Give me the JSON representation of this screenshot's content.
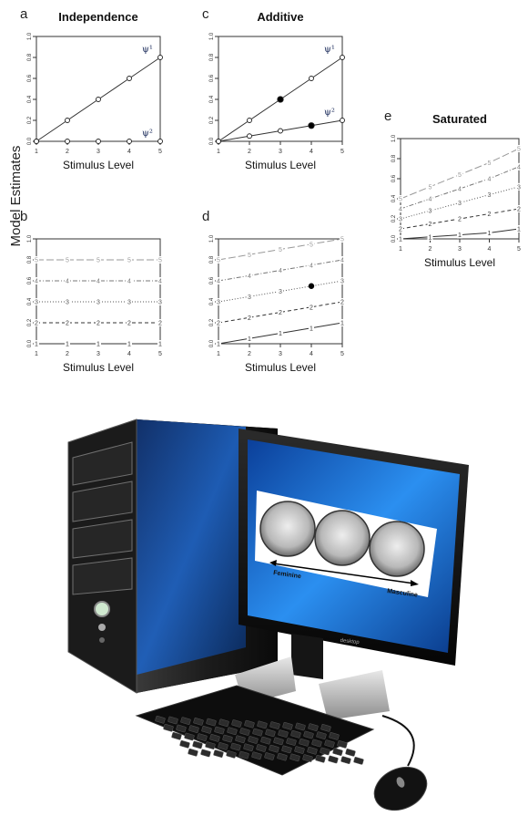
{
  "figure": {
    "y_label": "Model Estimates",
    "x_label": "Stimulus Level"
  },
  "chart_data": [
    {
      "panel": "a",
      "title": "Independence",
      "type": "line",
      "x": [
        1,
        2,
        3,
        4,
        5
      ],
      "xlim": [
        1,
        5
      ],
      "ylim": [
        0,
        1
      ],
      "yticks": [
        "0.0",
        "0.2",
        "0.4",
        "0.6",
        "0.8",
        "1.0"
      ],
      "xlabel": "Stimulus Level",
      "series": [
        {
          "name": "ψ¹",
          "values": [
            0,
            0.2,
            0.4,
            0.6,
            0.8
          ],
          "style": "solid",
          "marker": "open-circle",
          "color": "#333333"
        },
        {
          "name": "ψ²",
          "values": [
            0,
            0,
            0,
            0,
            0
          ],
          "style": "solid",
          "marker": "open-circle",
          "color": "#333333"
        }
      ]
    },
    {
      "panel": "b",
      "title": "",
      "type": "line",
      "x": [
        1,
        2,
        3,
        4,
        5
      ],
      "xlim": [
        1,
        5
      ],
      "ylim": [
        0,
        1
      ],
      "yticks": [
        "0.0",
        "0.2",
        "0.4",
        "0.6",
        "0.8",
        "1.0"
      ],
      "xlabel": "Stimulus Level",
      "series": [
        {
          "name": "1",
          "values": [
            0,
            0,
            0,
            0,
            0
          ],
          "style": "solid",
          "marker": "1",
          "color": "#333333"
        },
        {
          "name": "2",
          "values": [
            0.2,
            0.2,
            0.2,
            0.2,
            0.2
          ],
          "style": "dashed",
          "marker": "2",
          "color": "#333333"
        },
        {
          "name": "3",
          "values": [
            0.4,
            0.4,
            0.4,
            0.4,
            0.4
          ],
          "style": "dotted",
          "marker": "3",
          "color": "#555555"
        },
        {
          "name": "4",
          "values": [
            0.6,
            0.6,
            0.6,
            0.6,
            0.6
          ],
          "style": "dotdash",
          "marker": "4",
          "color": "#777777"
        },
        {
          "name": "5",
          "values": [
            0.8,
            0.8,
            0.8,
            0.8,
            0.8
          ],
          "style": "longdash",
          "marker": "5",
          "color": "#999999"
        }
      ]
    },
    {
      "panel": "c",
      "title": "Additive",
      "type": "line",
      "x": [
        1,
        2,
        3,
        4,
        5
      ],
      "xlim": [
        1,
        5
      ],
      "ylim": [
        0,
        1
      ],
      "yticks": [
        "0.0",
        "0.2",
        "0.4",
        "0.6",
        "0.8",
        "1.0"
      ],
      "xlabel": "Stimulus Level",
      "series": [
        {
          "name": "ψ¹",
          "values": [
            0,
            0.2,
            0.4,
            0.6,
            0.8
          ],
          "style": "solid",
          "marker": "open-circle",
          "color": "#333333",
          "filled_at": [
            3
          ]
        },
        {
          "name": "ψ²",
          "values": [
            0,
            0.05,
            0.1,
            0.15,
            0.2
          ],
          "style": "solid",
          "marker": "open-circle",
          "color": "#333333",
          "filled_at": [
            4
          ]
        }
      ]
    },
    {
      "panel": "d",
      "title": "",
      "type": "line",
      "x": [
        1,
        2,
        3,
        4,
        5
      ],
      "xlim": [
        1,
        5
      ],
      "ylim": [
        0,
        1
      ],
      "yticks": [
        "0.0",
        "0.2",
        "0.4",
        "0.6",
        "0.8",
        "1.0"
      ],
      "xlabel": "Stimulus Level",
      "highlight": {
        "x": 4,
        "y": 0.55
      },
      "series": [
        {
          "name": "1",
          "values": [
            0,
            0.05,
            0.1,
            0.15,
            0.2
          ],
          "style": "solid",
          "marker": "1",
          "color": "#333333"
        },
        {
          "name": "2",
          "values": [
            0.2,
            0.25,
            0.3,
            0.35,
            0.4
          ],
          "style": "dashed",
          "marker": "2",
          "color": "#333333"
        },
        {
          "name": "3",
          "values": [
            0.4,
            0.45,
            0.5,
            0.55,
            0.6
          ],
          "style": "dotted",
          "marker": "3",
          "color": "#555555"
        },
        {
          "name": "4",
          "values": [
            0.6,
            0.65,
            0.7,
            0.75,
            0.8
          ],
          "style": "dotdash",
          "marker": "4",
          "color": "#777777"
        },
        {
          "name": "5",
          "values": [
            0.8,
            0.85,
            0.9,
            0.95,
            1.0
          ],
          "style": "longdash",
          "marker": "5",
          "color": "#999999"
        }
      ]
    },
    {
      "panel": "e",
      "title": "Saturated",
      "type": "line",
      "x": [
        1,
        2,
        3,
        4,
        5
      ],
      "xlim": [
        1,
        5
      ],
      "ylim": [
        0,
        1
      ],
      "yticks": [
        "0.0",
        "0.2",
        "0.4",
        "0.6",
        "0.8",
        "1.0"
      ],
      "xlabel": "Stimulus Level",
      "series": [
        {
          "name": "1",
          "values": [
            0,
            0.02,
            0.04,
            0.06,
            0.1
          ],
          "style": "solid",
          "marker": "1",
          "color": "#333333"
        },
        {
          "name": "2",
          "values": [
            0.1,
            0.15,
            0.2,
            0.25,
            0.3
          ],
          "style": "dashed",
          "marker": "2",
          "color": "#333333"
        },
        {
          "name": "3",
          "values": [
            0.2,
            0.28,
            0.36,
            0.44,
            0.52
          ],
          "style": "dotted",
          "marker": "3",
          "color": "#555555"
        },
        {
          "name": "4",
          "values": [
            0.3,
            0.4,
            0.5,
            0.6,
            0.72
          ],
          "style": "dotdash",
          "marker": "4",
          "color": "#777777"
        },
        {
          "name": "5",
          "values": [
            0.4,
            0.52,
            0.64,
            0.76,
            0.9
          ],
          "style": "longdash",
          "marker": "5",
          "color": "#999999"
        }
      ]
    }
  ],
  "computer": {
    "monitor_brand": "desktop",
    "screen_labels": {
      "left": "Feminine",
      "right": "Masculine"
    }
  }
}
